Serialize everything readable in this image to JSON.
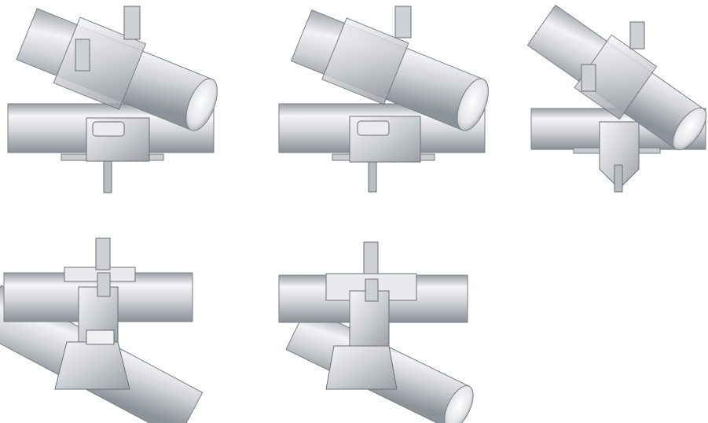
{
  "figure": {
    "panels": [
      {
        "id": "coupler-1",
        "view": "right-angle-coupler-oblique"
      },
      {
        "id": "coupler-2",
        "view": "right-angle-coupler-oblique-alt"
      },
      {
        "id": "coupler-3",
        "view": "right-angle-coupler-rotated"
      },
      {
        "id": "coupler-4",
        "view": "right-angle-coupler-front"
      },
      {
        "id": "coupler-5",
        "view": "right-angle-coupler-front-alt"
      }
    ]
  },
  "colors": {
    "background": "#ffffff",
    "steel_light": "#f2f3f5",
    "steel_mid": "#c9ccd1",
    "steel_dark": "#8e939a",
    "outline": "#6b7077"
  }
}
